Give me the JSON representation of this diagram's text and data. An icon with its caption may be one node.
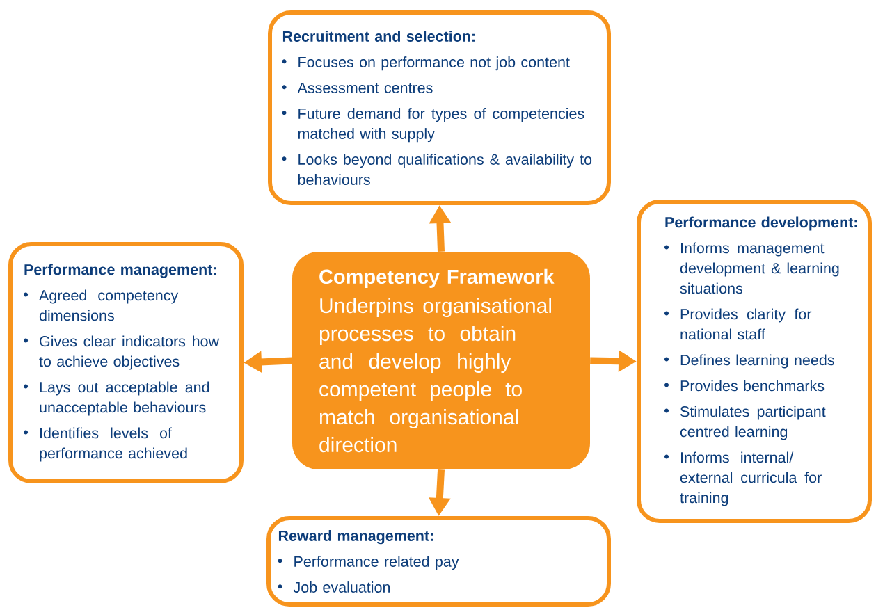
{
  "diagram": {
    "nodes": [
      {
        "text": [
          "Competency Framework",
          "Underpins organisational processes to obtain and develop highly competent people to match organisational direction"
        ]
      },
      {
        "text": [
          "Recruitment and selection:",
          "Focuses on performance not job content",
          "Assessment centres",
          "Future demand for types of competencies matched with supply",
          "Looks beyond qualifications & availability to behaviours"
        ]
      },
      {
        "text": [
          "Performance management:",
          "Agreed competency dimensions",
          "Gives clear indicators how to achieve objectives",
          "Lays out acceptable and unacceptable behaviours",
          "Identifies levels of performance achieved"
        ]
      },
      {
        "text": [
          "Performance development:",
          "Informs management development & learning situations",
          "Provides clarity for national staff",
          "Defines learning needs",
          "Provides benchmarks",
          "Stimulates participant centred learning",
          "Informs internal/ external curricula for training"
        ]
      },
      {
        "text": [
          "Reward management:",
          "Performance related pay",
          "Job evaluation"
        ]
      }
    ],
    "edges": [
      {
        "from": 0,
        "to": 1,
        "arrow": "to"
      },
      {
        "from": 0,
        "to": 2,
        "arrow": "to"
      },
      {
        "from": 0,
        "to": 3,
        "arrow": "to"
      },
      {
        "from": 0,
        "to": 4,
        "arrow": "to"
      }
    ]
  }
}
